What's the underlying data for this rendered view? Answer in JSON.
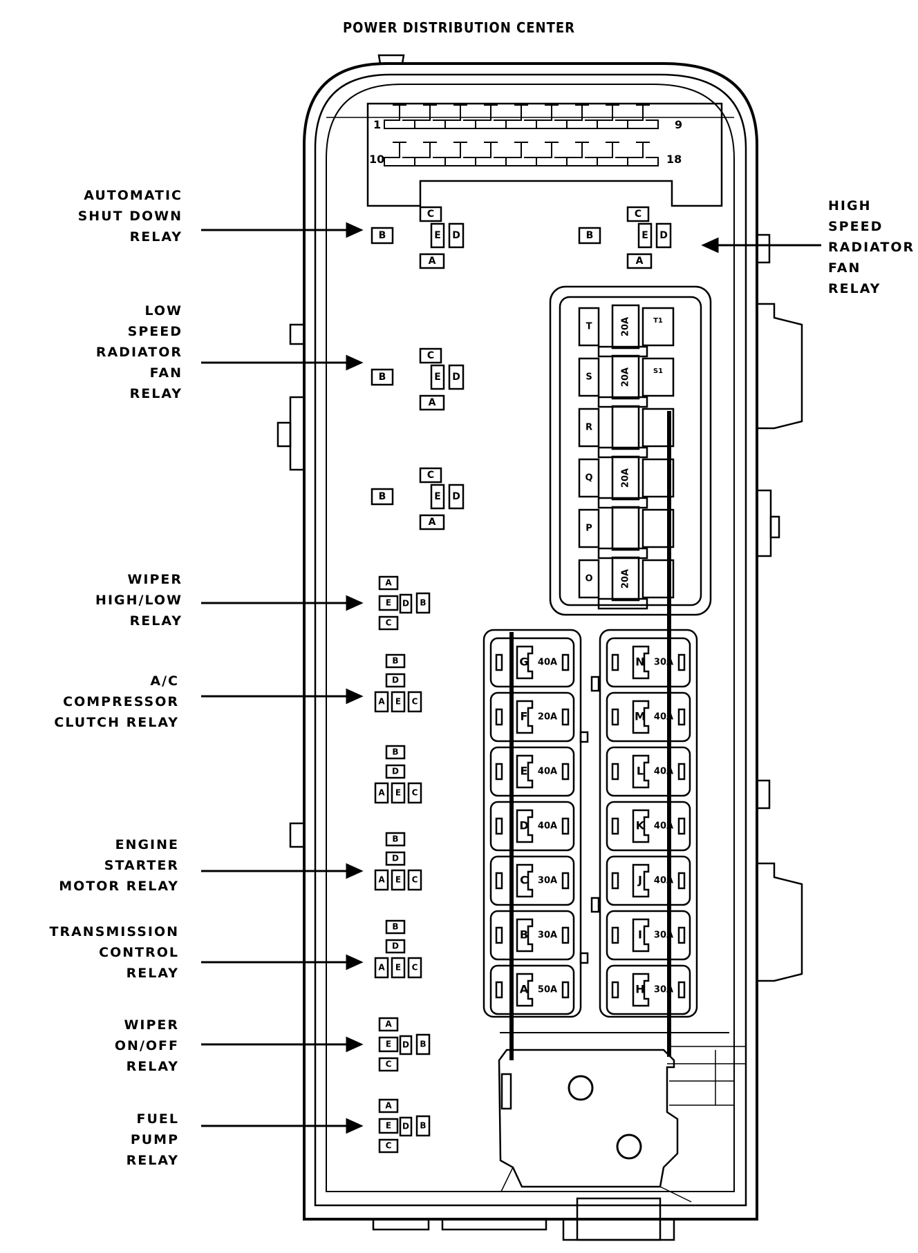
{
  "title": "POWER DISTRIBUTION CENTER",
  "connector": {
    "pin_first_top": "1",
    "pin_last_top": "9",
    "pin_first_bottom": "10",
    "pin_last_bottom": "18"
  },
  "labels": {
    "asd": "AUTOMATIC\nSHUT DOWN\nRELAY",
    "high_rad": "HIGH\nSPEED\nRADIATOR\nFAN\nRELAY",
    "low_rad": "LOW\nSPEED\nRADIATOR\nFAN\nRELAY",
    "wiper_hl": "WIPER\nHIGH/LOW\nRELAY",
    "ac": "A/C\nCOMPRESSOR\nCLUTCH RELAY",
    "starter": "ENGINE\nSTARTER\nMOTOR RELAY",
    "trans": "TRANSMISSION\nCONTROL\nRELAY",
    "wiper_oo": "WIPER\nON/OFF\nRELAY",
    "fuel": "FUEL\nPUMP\nRELAY"
  },
  "relay_pins": {
    "a": "A",
    "b": "B",
    "c": "C",
    "d": "D",
    "e": "E"
  },
  "mini_fuses": [
    {
      "letter": "T",
      "rating": "20A",
      "sub": "T1"
    },
    {
      "letter": "S",
      "rating": "20A",
      "sub": "S1"
    },
    {
      "letter": "R",
      "rating": "",
      "sub": ""
    },
    {
      "letter": "Q",
      "rating": "20A",
      "sub": ""
    },
    {
      "letter": "P",
      "rating": "",
      "sub": ""
    },
    {
      "letter": "O",
      "rating": "20A",
      "sub": ""
    }
  ],
  "left_fuses": [
    {
      "letter": "G",
      "rating": "40A"
    },
    {
      "letter": "F",
      "rating": "20A"
    },
    {
      "letter": "E",
      "rating": "40A"
    },
    {
      "letter": "D",
      "rating": "40A"
    },
    {
      "letter": "C",
      "rating": "30A"
    },
    {
      "letter": "B",
      "rating": "30A"
    },
    {
      "letter": "A",
      "rating": "50A"
    }
  ],
  "right_fuses": [
    {
      "letter": "N",
      "rating": "30A"
    },
    {
      "letter": "M",
      "rating": "40A"
    },
    {
      "letter": "L",
      "rating": "40A"
    },
    {
      "letter": "K",
      "rating": "40A"
    },
    {
      "letter": "J",
      "rating": "40A"
    },
    {
      "letter": "I",
      "rating": "30A"
    },
    {
      "letter": "H",
      "rating": "30A"
    }
  ]
}
